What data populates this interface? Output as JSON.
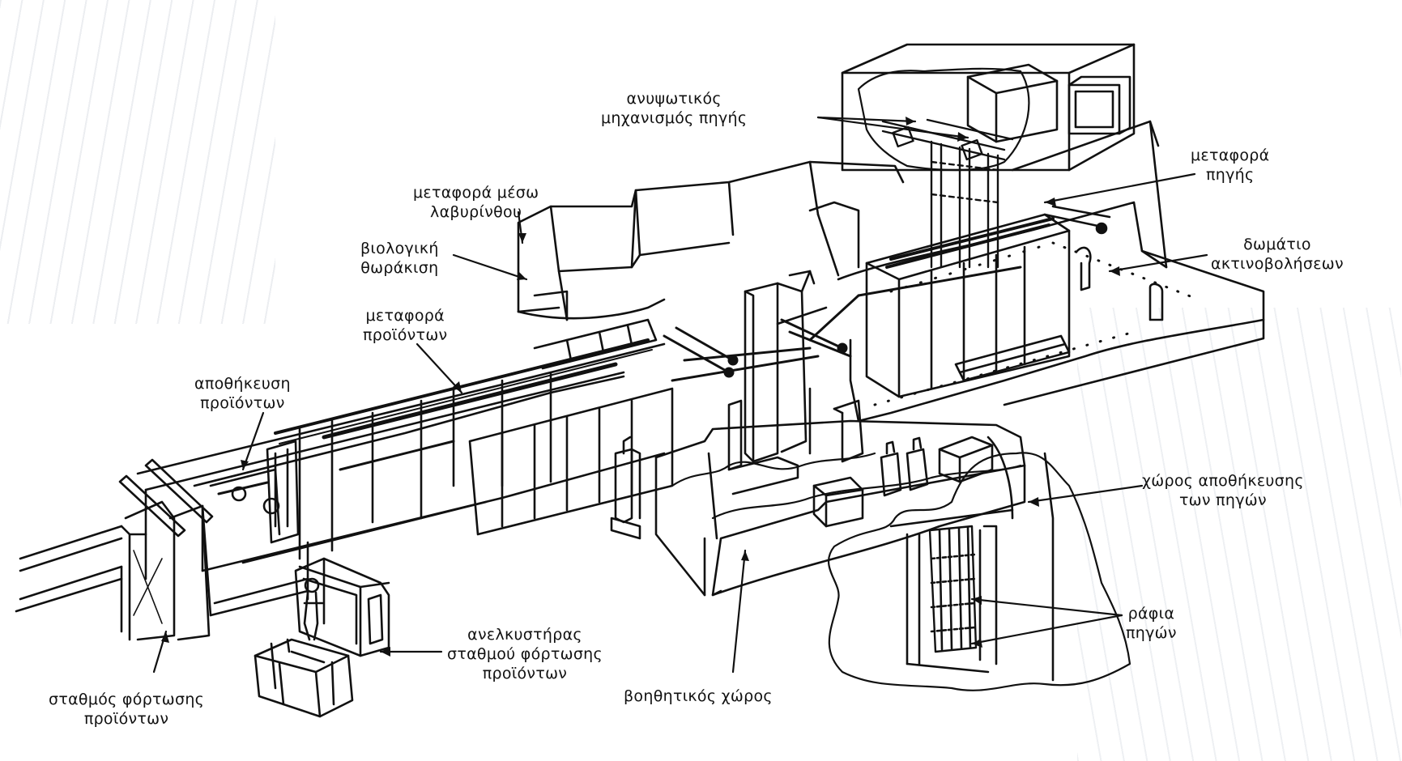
{
  "diagram": {
    "labels": {
      "source_lift": [
        "ανυψωτικός",
        "μηχανισμός πηγής"
      ],
      "source_transfer": [
        "μεταφορά",
        "πηγής"
      ],
      "labyrinth_transfer": [
        "μεταφορά μέσω",
        "λαβυρίνθου"
      ],
      "biological_shield": [
        "βιολογική",
        "θωράκιση"
      ],
      "irradiation_room": [
        "δωμάτιο",
        "ακτινοβολήσεων"
      ],
      "product_transfer": [
        "μεταφορά",
        "προϊόντων"
      ],
      "product_storage": [
        "αποθήκευση",
        "προϊόντων"
      ],
      "source_storage": [
        "χώρος αποθήκευσης",
        "των πηγών"
      ],
      "source_racks": [
        "ράφια",
        "πηγών"
      ],
      "loading_elevator": [
        "ανελκυστήρας",
        "σταθμού φόρτωσης",
        "προϊόντων"
      ],
      "auxiliary_area": [
        "βοηθητικός χώρος"
      ],
      "loading_station": [
        "σταθμός φόρτωσης",
        "προϊόντων"
      ]
    },
    "colors": {
      "ink": "#111111",
      "background": "#ffffff",
      "bleed_through": "#c9cdd6"
    }
  }
}
